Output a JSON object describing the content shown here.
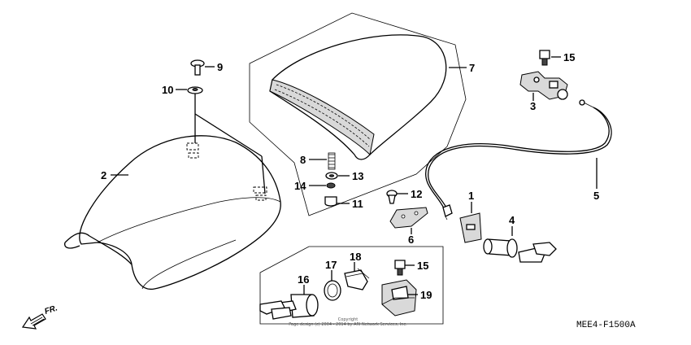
{
  "diagram": {
    "callouts": [
      {
        "id": "c1",
        "label": "1"
      },
      {
        "id": "c2",
        "label": "2"
      },
      {
        "id": "c3",
        "label": "3"
      },
      {
        "id": "c4",
        "label": "4"
      },
      {
        "id": "c5",
        "label": "5"
      },
      {
        "id": "c6",
        "label": "6"
      },
      {
        "id": "c7",
        "label": "7"
      },
      {
        "id": "c8",
        "label": "8"
      },
      {
        "id": "c9",
        "label": "9"
      },
      {
        "id": "c10",
        "label": "10"
      },
      {
        "id": "c11",
        "label": "11"
      },
      {
        "id": "c12",
        "label": "12"
      },
      {
        "id": "c13",
        "label": "13"
      },
      {
        "id": "c14",
        "label": "14"
      },
      {
        "id": "c15a",
        "label": "15"
      },
      {
        "id": "c15b",
        "label": "15"
      },
      {
        "id": "c16",
        "label": "16"
      },
      {
        "id": "c17",
        "label": "17"
      },
      {
        "id": "c18",
        "label": "18"
      },
      {
        "id": "c19",
        "label": "19"
      }
    ],
    "direction_label": "FR.",
    "diagram_code": "MEE4-F1500A",
    "copyright_line1": "Copyright",
    "copyright_line2": "Page design (c) 2004 - 2014 by ARI Network Services, Inc."
  }
}
